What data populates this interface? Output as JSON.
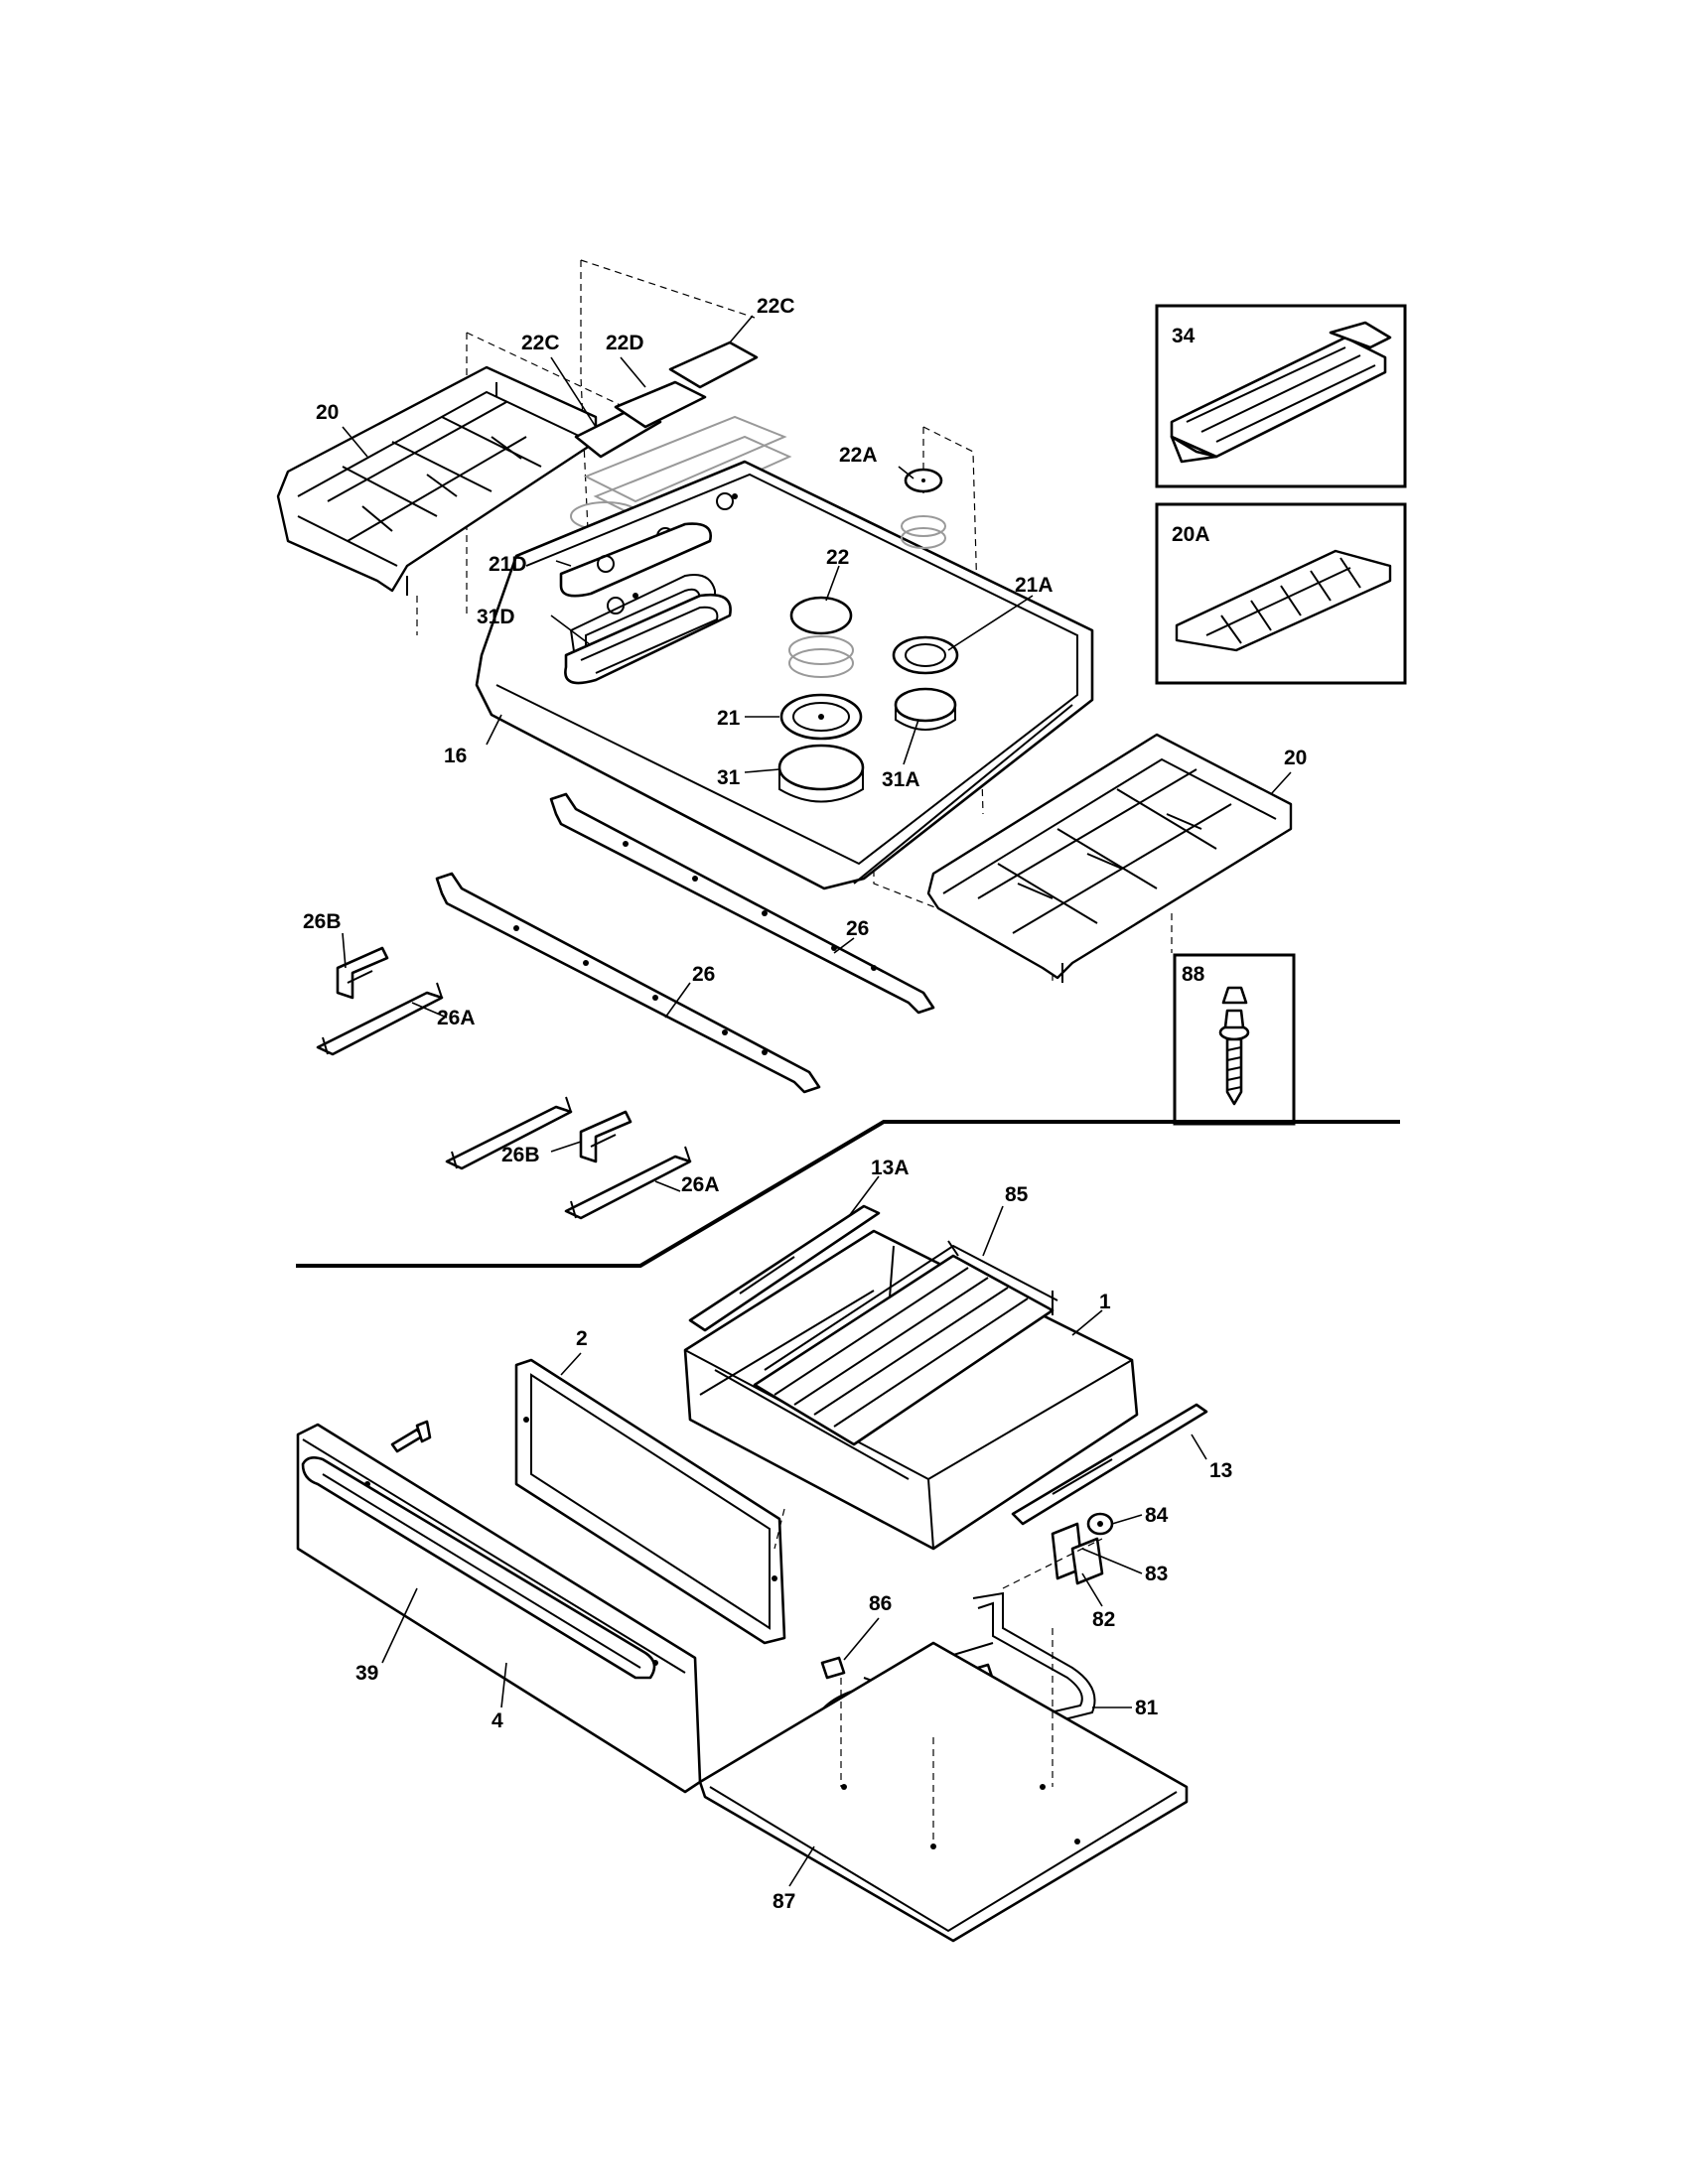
{
  "diagram": {
    "labels": {
      "p20_left": "20",
      "p22C_left": "22C",
      "p22D": "22D",
      "p22C_right": "22C",
      "p34": "34",
      "p22A": "22A",
      "p21D": "21D",
      "p22": "22",
      "p21A": "21A",
      "p20A": "20A",
      "p31D": "31D",
      "p21": "21",
      "p16": "16",
      "p31": "31",
      "p31A": "31A",
      "p20_right": "20",
      "p26B_top": "26B",
      "p26_upper": "26",
      "p88": "88",
      "p26_lower": "26",
      "p26A_top": "26A",
      "p26B_bottom": "26B",
      "p26A_bottom": "26A",
      "p13A": "13A",
      "p85": "85",
      "p1": "1",
      "p2": "2",
      "p13": "13",
      "p84": "84",
      "p83": "83",
      "p82": "82",
      "p86": "86",
      "p39": "39",
      "p4": "4",
      "p81": "81",
      "p87": "87"
    }
  }
}
